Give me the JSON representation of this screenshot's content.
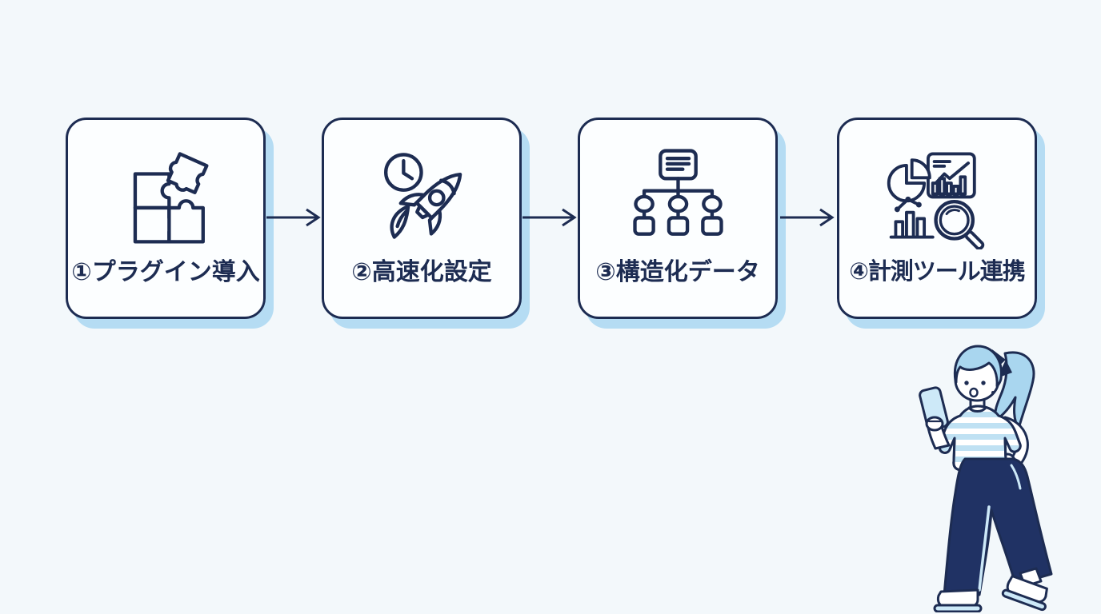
{
  "diagram": {
    "type": "horizontal-process-flow",
    "step_count": 4,
    "arrow_count": 3,
    "arrow_direction": "right"
  },
  "steps": [
    {
      "label": "①プラグイン導入",
      "icon": "puzzle-pieces-icon"
    },
    {
      "label": "②高速化設定",
      "icon": "rocket-clock-icon"
    },
    {
      "label": "③構造化データ",
      "icon": "sitemap-icon"
    },
    {
      "label": "④計測ツール連携",
      "icon": "analytics-magnifier-icon"
    }
  ],
  "connectors": [
    {
      "from": "①プラグイン導入",
      "to": "②高速化設定",
      "icon": "arrow-right-icon"
    },
    {
      "from": "②高速化設定",
      "to": "③構造化データ",
      "icon": "arrow-right-icon"
    },
    {
      "from": "③構造化データ",
      "to": "④計測ツール連携",
      "icon": "arrow-right-icon"
    }
  ],
  "illustration": {
    "name": "woman-with-smartphone-illustration",
    "description": "Woman with light blue ponytail, striped shirt and navy wide pants looking at a smartphone"
  },
  "colors": {
    "background": "#f3f8fb",
    "card_background": "#fcfeff",
    "outline_navy": "#1d2c52",
    "card_shadow_blue": "#b5dcf3",
    "hair_light_blue": "#a9d6ef",
    "stripe_light_blue": "#bfe1f3",
    "pants_navy": "#203264",
    "phone_light_blue": "#cde9f8"
  }
}
